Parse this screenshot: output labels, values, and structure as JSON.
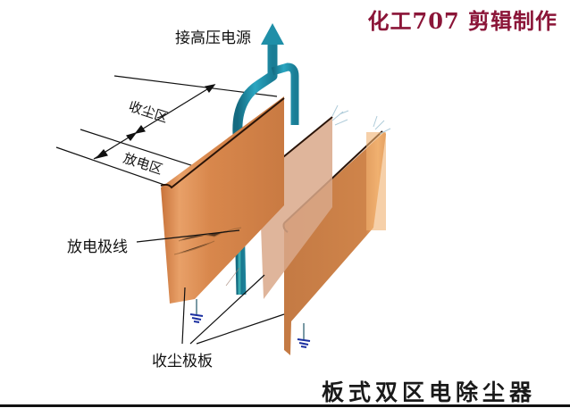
{
  "watermark": "化工707 剪辑制作",
  "title": "板式双区电除尘器",
  "labels": {
    "power_supply": "接高压电源",
    "collection_zone": "收尘区",
    "discharge_zone": "放电区",
    "discharge_wire": "放电极线",
    "collecting_plates": "收尘极板"
  },
  "colors": {
    "watermark": "#8b1538",
    "plate_copper": "#d4834a",
    "plate_light": "#d9a88a",
    "electrode_teal": "#1f8fa8",
    "ground_symbol": "#1a2fa0",
    "text": "#111111"
  },
  "components": [
    {
      "id": "front-collecting-plate",
      "name": "收尘极板"
    },
    {
      "id": "middle-collecting-plate",
      "name": "收尘极板"
    },
    {
      "id": "rear-collecting-plate",
      "name": "收尘极板"
    },
    {
      "id": "discharge-electrode",
      "name": "放电极线"
    },
    {
      "id": "hv-lead",
      "name": "接高压电源"
    }
  ]
}
